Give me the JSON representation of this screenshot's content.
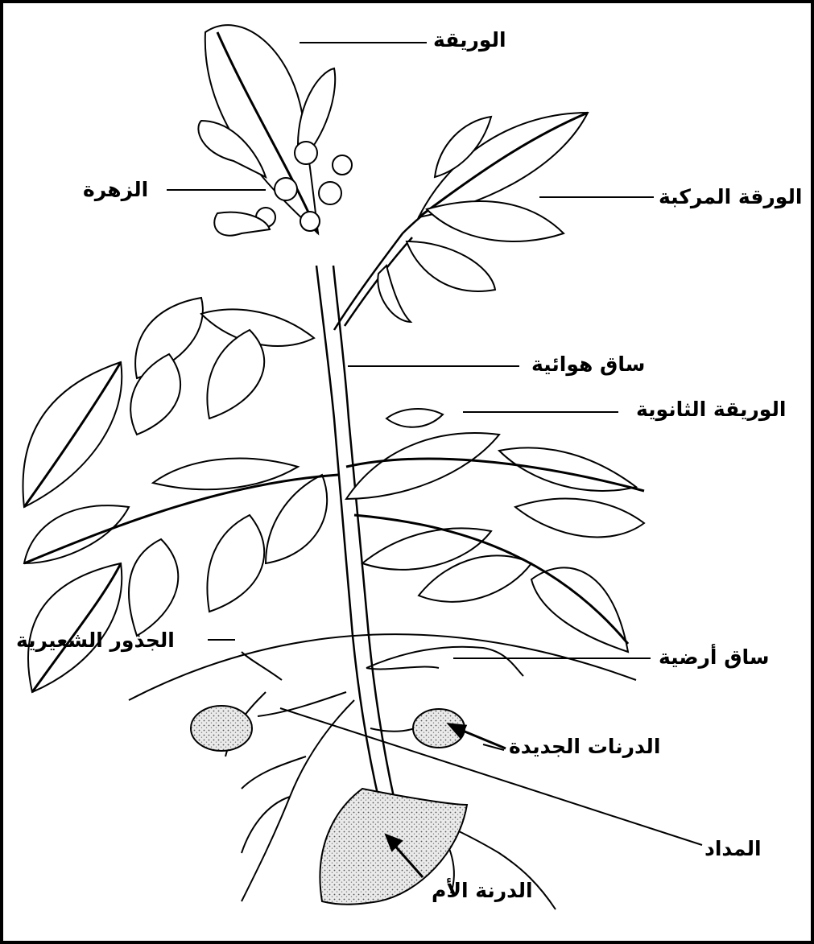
{
  "labels": {
    "leaflet": "الوريقة",
    "flower": "الزهرة",
    "compound_leaf": "الورقة المركبة",
    "aerial_stem": "ساق هوائية",
    "secondary_leaflet": "الوريقة الثانوية",
    "underground_stem": "ساق أرضية",
    "new_tubers": "الدرنات الجديدة",
    "root_hairs": "الجذور الشعيرية",
    "stolon": "المداد",
    "mother_tuber": "الدرنة الأم"
  }
}
